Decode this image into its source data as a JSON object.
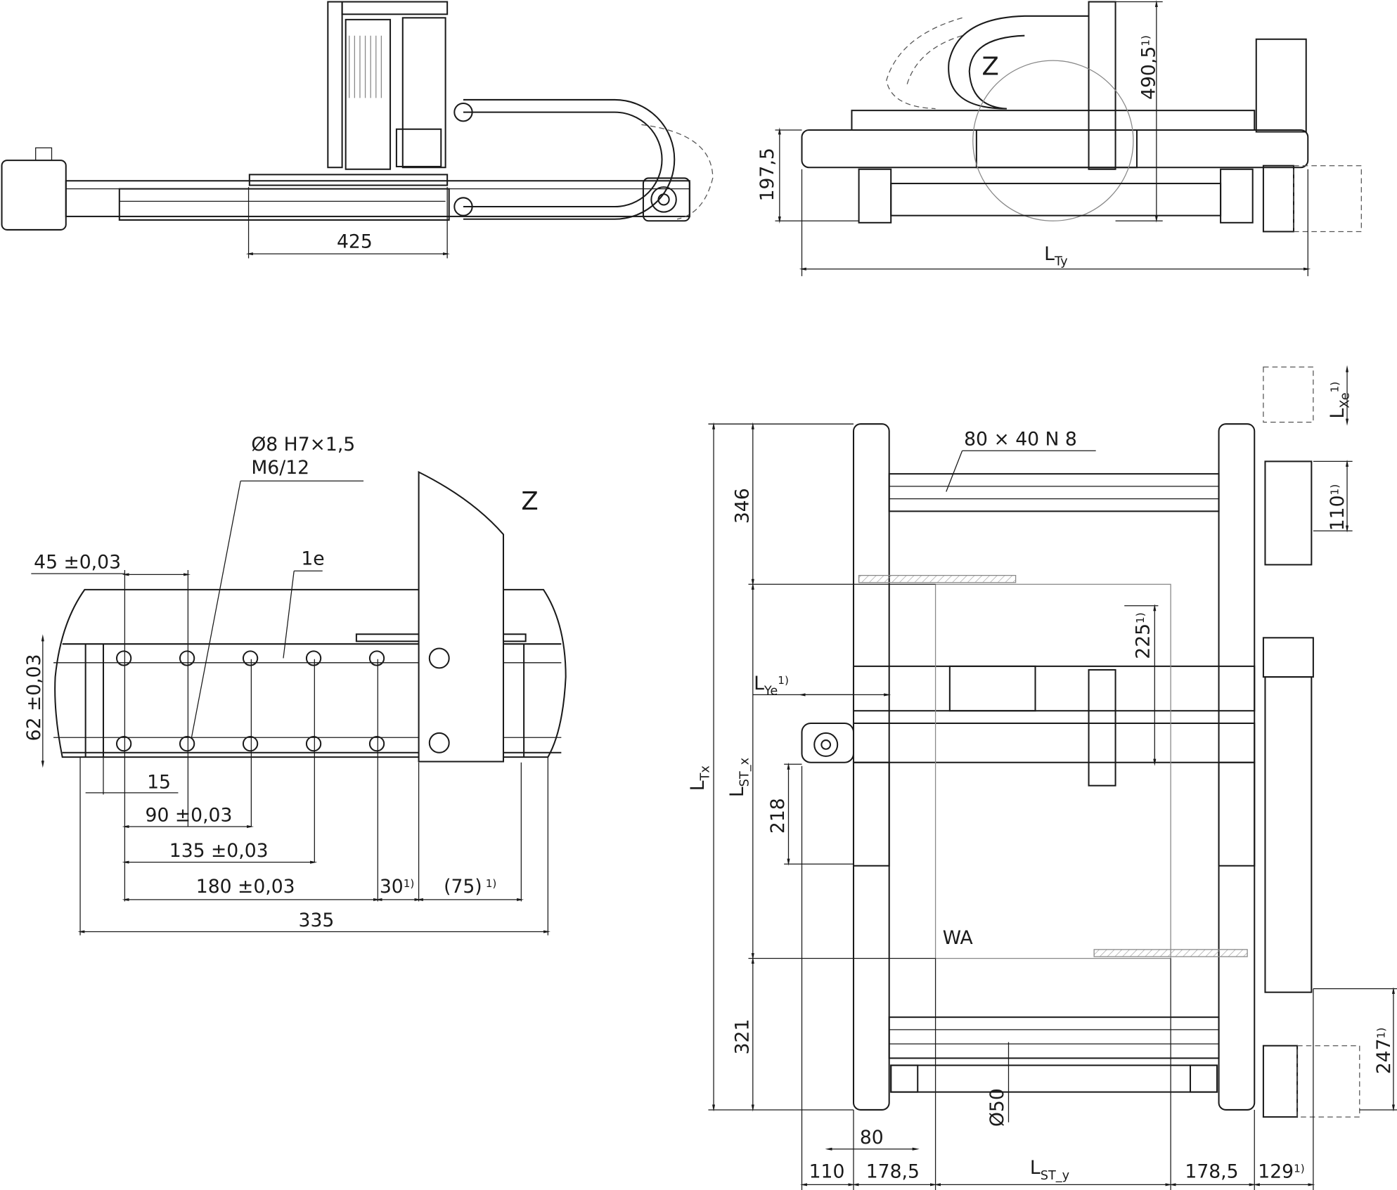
{
  "views": {
    "side_view": {
      "dim_width": "425"
    },
    "front_view": {
      "detail_label": "Z",
      "dim_height": "197,5",
      "dim_height_z": "490,5",
      "dim_height_z_note": "1)",
      "length_label": "L",
      "length_sub": "Ty"
    },
    "detail_z": {
      "title": "Z",
      "hole_callout_line1": "Ø8 H7×1,5",
      "hole_callout_line2": "M6/12",
      "slot_label": "1e",
      "dim_45": "45 ±0,03",
      "dim_62": "62 ±0,03",
      "dim_15": "15",
      "dim_90": "90 ±0,03",
      "dim_135": "135 ±0,03",
      "dim_180": "180 ±0,03",
      "dim_30": "30",
      "dim_30_note": "1)",
      "dim_75": "(75)",
      "dim_75_note": "1)",
      "dim_335": "335"
    },
    "top_view": {
      "profile_label": "80 × 40 N 8",
      "dim_346": "346",
      "dim_321": "321",
      "dim_218": "218",
      "dim_225": "225",
      "dim_225_note": "1)",
      "dim_110_right": "110",
      "dim_110_right_note": "1)",
      "dim_247": "247",
      "dim_247_note": "1)",
      "lxe_label": "L",
      "lxe_sub": "Xe",
      "lxe_note": "1)",
      "lye_label": "L",
      "lye_sub": "Ye",
      "lye_note": "1)",
      "ltx_label": "L",
      "ltx_sub": "Tx",
      "lstx_label": "L",
      "lstx_sub": "ST_x",
      "work_area_label": "WA",
      "dim_d50": "Ø50",
      "dim_80": "80",
      "bottom_dims": {
        "d110": "110",
        "d178a": "178,5",
        "lsty_label": "L",
        "lsty_sub": "ST_y",
        "d178b": "178,5",
        "d129": "129",
        "d129_note": "1)"
      }
    }
  }
}
